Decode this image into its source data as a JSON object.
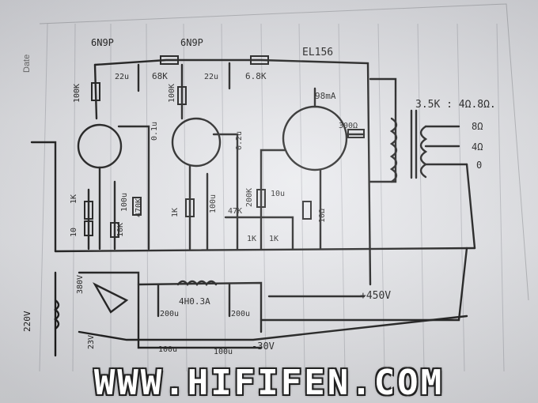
{
  "page": {
    "margin_label": "Date"
  },
  "tubes": {
    "v1": "6N9P",
    "v2": "6N9P",
    "output": "EL156"
  },
  "labels": {
    "c_dec1": "22u",
    "r_dec1": "68K",
    "c_dec2": "22u",
    "r_dec2": "6.8K",
    "r_plate1": "100K",
    "r_plate2": "100K",
    "c_couple1": "0.1u",
    "c_couple2": "0.2u",
    "r_k1": "1K",
    "r_k1b": "10",
    "c_k1": "100u",
    "r_fb": "470K",
    "r_f1": "10K",
    "r_k2": "1K",
    "c_k2": "100u",
    "r_g3": "200K",
    "r_g3b": "47K",
    "c_k3": "10u",
    "r_k3": "10Ω",
    "pot1": "1K",
    "pot2": "1K",
    "i_plate": "98mA",
    "r_g2": "300Ω",
    "ot_ratio": "3.5K : 4Ω.8Ω.",
    "tap_8": "8Ω",
    "tap_4": "4Ω",
    "tap_0": "0",
    "pt_hv": "380V",
    "pt_bias": "23V",
    "mains": "220V",
    "c_f1": "200u",
    "choke": "4H0.3A",
    "c_f2": "200u",
    "b_plus": "+450V",
    "c_b1": "100u",
    "c_b2": "100u",
    "bias": "-30V"
  },
  "watermark": "WWW.HIFIFEN.COM"
}
